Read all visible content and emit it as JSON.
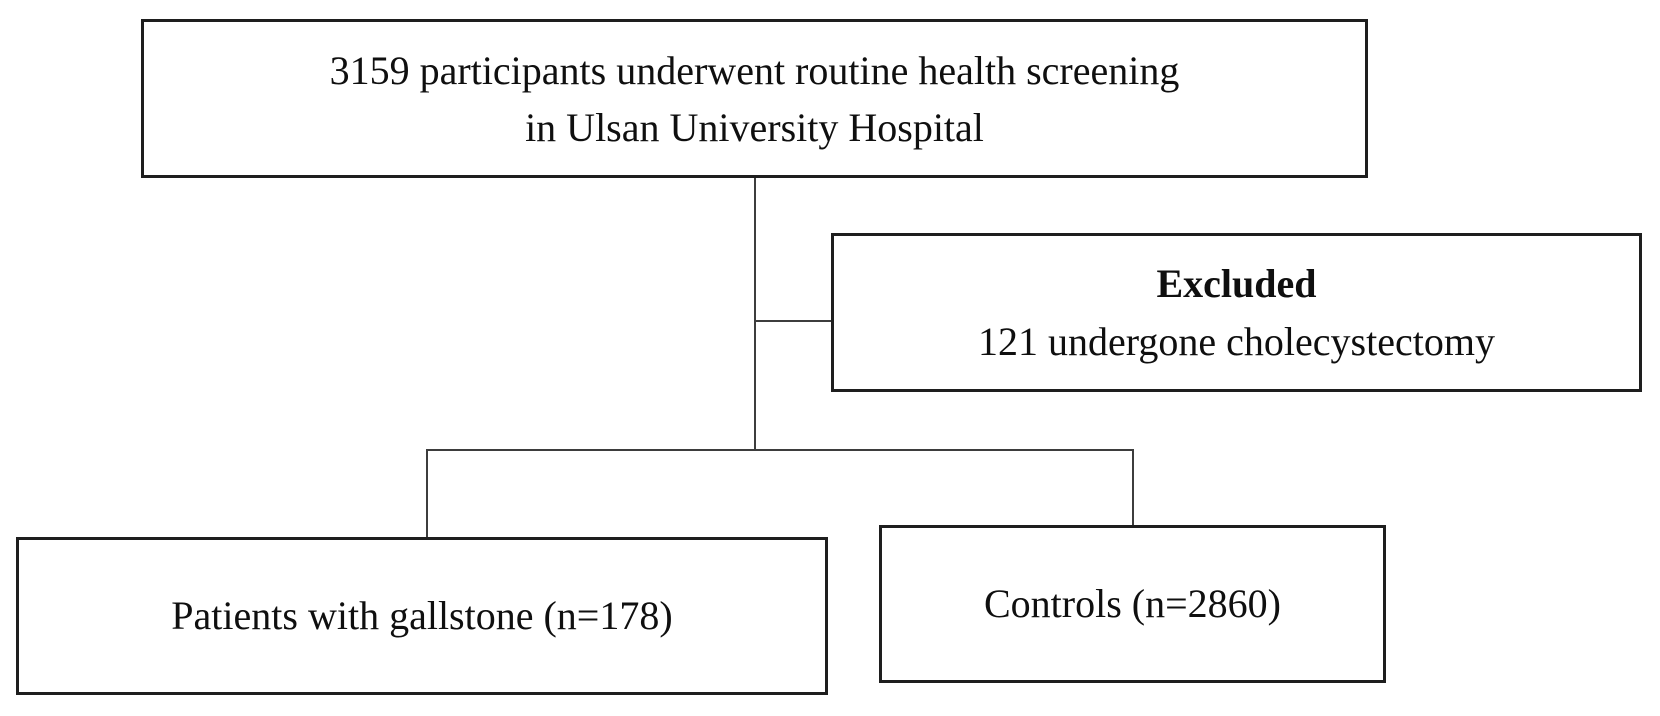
{
  "diagram": {
    "type": "flowchart",
    "colors": {
      "background": "#ffffff",
      "box_border": "#1e1e1e",
      "connector": "#3d3d3d",
      "text": "#0f0f0f"
    },
    "nodes": {
      "screening": {
        "line1": "3159 participants underwent routine health screening",
        "line2": "in Ulsan University Hospital",
        "n": 3159
      },
      "excluded": {
        "title": "Excluded",
        "detail": "121 undergone cholecystectomy",
        "n": 121
      },
      "gallstone": {
        "label": "Patients with gallstone (n=178)",
        "n": 178
      },
      "controls": {
        "label": "Controls (n=2860)",
        "n": 2860
      }
    },
    "edges": [
      {
        "from": "screening",
        "to": "excluded"
      },
      {
        "from": "screening",
        "to": "gallstone"
      },
      {
        "from": "screening",
        "to": "controls"
      }
    ]
  }
}
